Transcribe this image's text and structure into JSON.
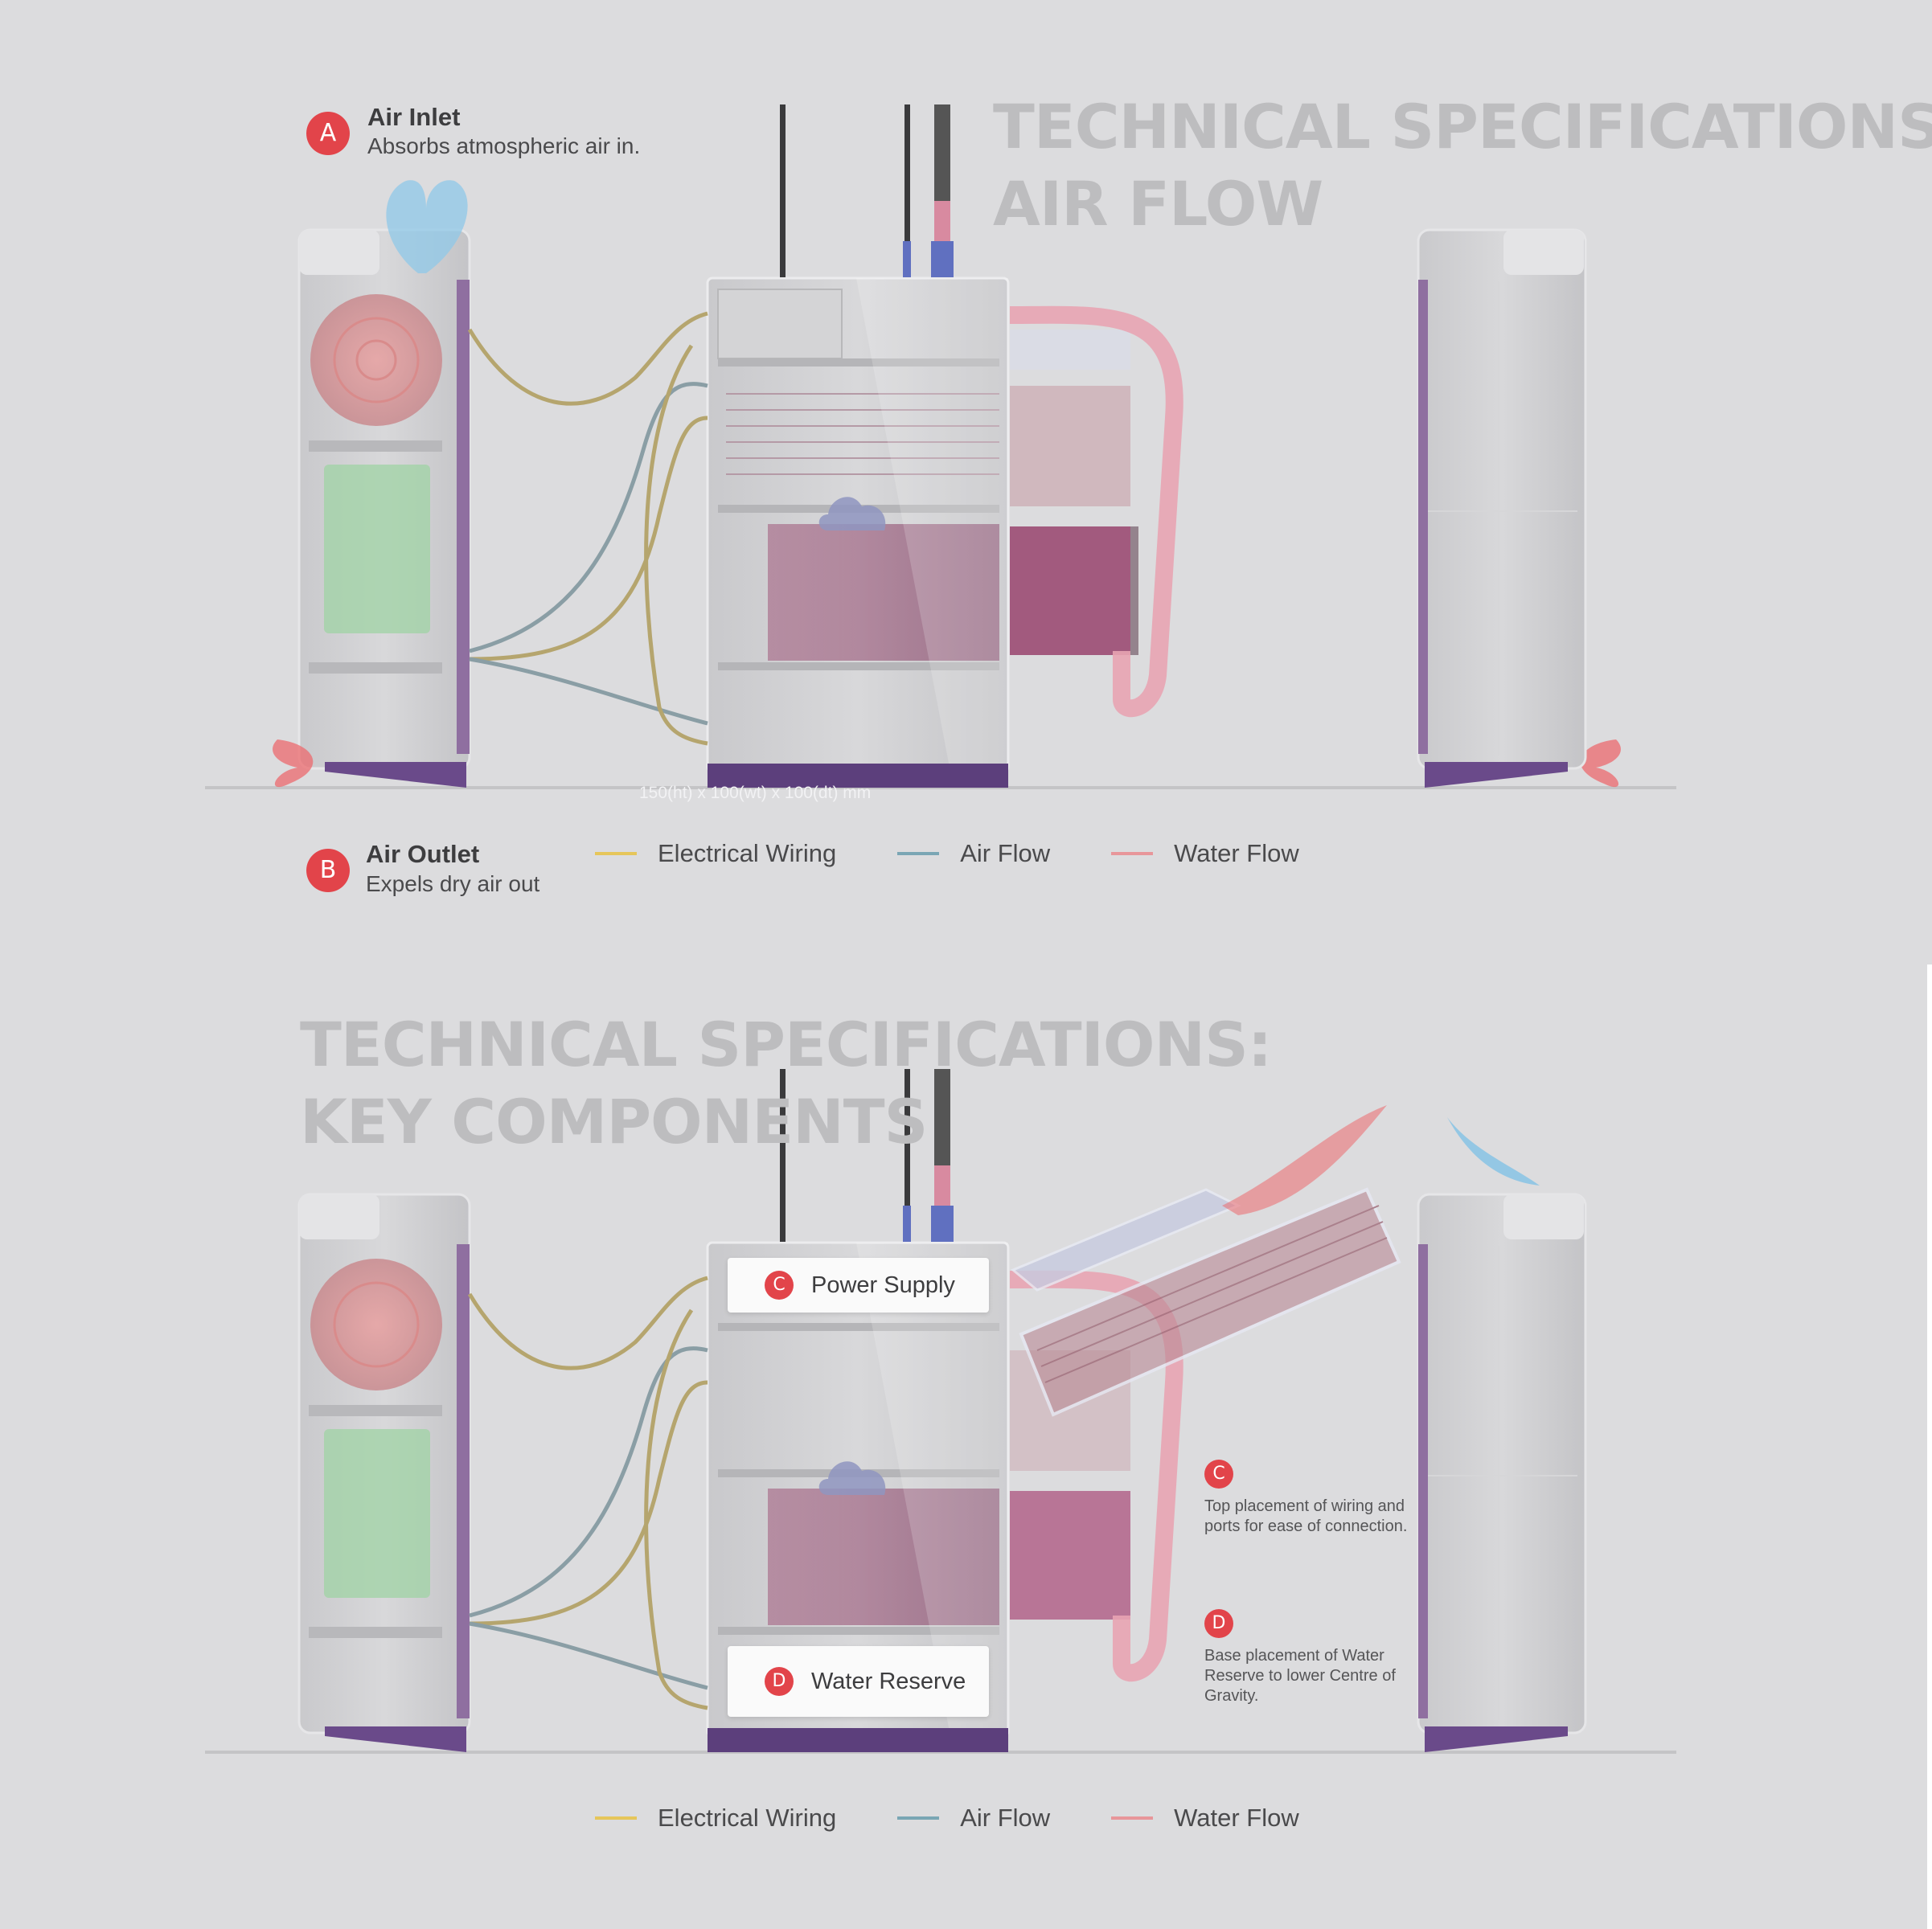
{
  "colors": {
    "electrical": "#e6c65a",
    "air": "#7aa6b4",
    "water": "#e8969a",
    "badge": "#e2444a",
    "title": "#bdbdbf"
  },
  "top_panel": {
    "title_line1": "TECHNICAL SPECIFICATIONS:",
    "title_line2": "AIR FLOW",
    "callout_a": {
      "badge": "A",
      "title": "Air Inlet",
      "desc": "Absorbs atmospheric air in."
    },
    "callout_b": {
      "badge": "B",
      "title": "Air Outlet",
      "desc": "Expels dry air out"
    },
    "dimensions": "150(ht) x 100(wt) x 100(dt) mm",
    "legend": [
      {
        "label": "Electrical Wiring",
        "color": "#e6c65a"
      },
      {
        "label": "Air Flow",
        "color": "#7aa6b4"
      },
      {
        "label": "Water Flow",
        "color": "#e8969a"
      }
    ]
  },
  "bottom_panel": {
    "title_line1": "TECHNICAL SPECIFICATIONS:",
    "title_line2": "KEY COMPONENTS",
    "card_c": {
      "badge": "C",
      "label": "Power Supply"
    },
    "card_d": {
      "badge": "D",
      "label": "Water Reserve"
    },
    "note_c": {
      "badge": "C",
      "text": "Top placement of wiring and ports for ease of connection."
    },
    "note_d": {
      "badge": "D",
      "text": "Base placement of Water Reserve to lower Centre of Gravity."
    },
    "legend": [
      {
        "label": "Electrical Wiring",
        "color": "#e6c65a"
      },
      {
        "label": "Air Flow",
        "color": "#7aa6b4"
      },
      {
        "label": "Water Flow",
        "color": "#e8969a"
      }
    ]
  }
}
